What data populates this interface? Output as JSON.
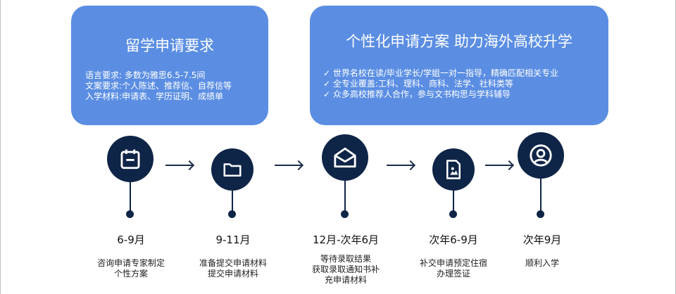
{
  "left_card": {
    "title": "留学申请要求",
    "lines": [
      "语言要求: 多数为雅思6.5-7.5间",
      "文案要求:个人陈述、推荐信、自荐信等",
      "入学材料:申请表、学历证明、成绩单"
    ]
  },
  "right_card": {
    "title": "个性化申请方案  助力海外高校升学",
    "lines": [
      "✓ 世界名校在读/毕业学长/学姐一对一指导，精确匹配相关专业",
      "✓ 全专业覆盖:工科、理科、商科、法学、社科类等",
      "✓ 众多高校推荐人合作，参与文书构思与学科辅导"
    ]
  },
  "steps": [
    {
      "icon": "calendar-icon",
      "date": "6-9月",
      "desc": [
        "咨询申请专家制定",
        "个性方案"
      ]
    },
    {
      "icon": "folder-icon",
      "date": "9-11月",
      "desc": [
        "准备提交申请材料",
        "提交申请材料"
      ]
    },
    {
      "icon": "mail-icon",
      "date": "12月-次年6月",
      "desc": [
        "等待录取结果",
        "获取录取通知书补",
        "充申请材料"
      ]
    },
    {
      "icon": "image-file-icon",
      "date": "次年6-9月",
      "desc": [
        "补交申请预定住宿",
        "办理签证"
      ]
    },
    {
      "icon": "user-icon",
      "date": "次年9月",
      "desc": [
        "顺利入学"
      ]
    }
  ],
  "colors": {
    "card": "#5b8ee3",
    "node": "#0f2547",
    "text": "#222222"
  }
}
